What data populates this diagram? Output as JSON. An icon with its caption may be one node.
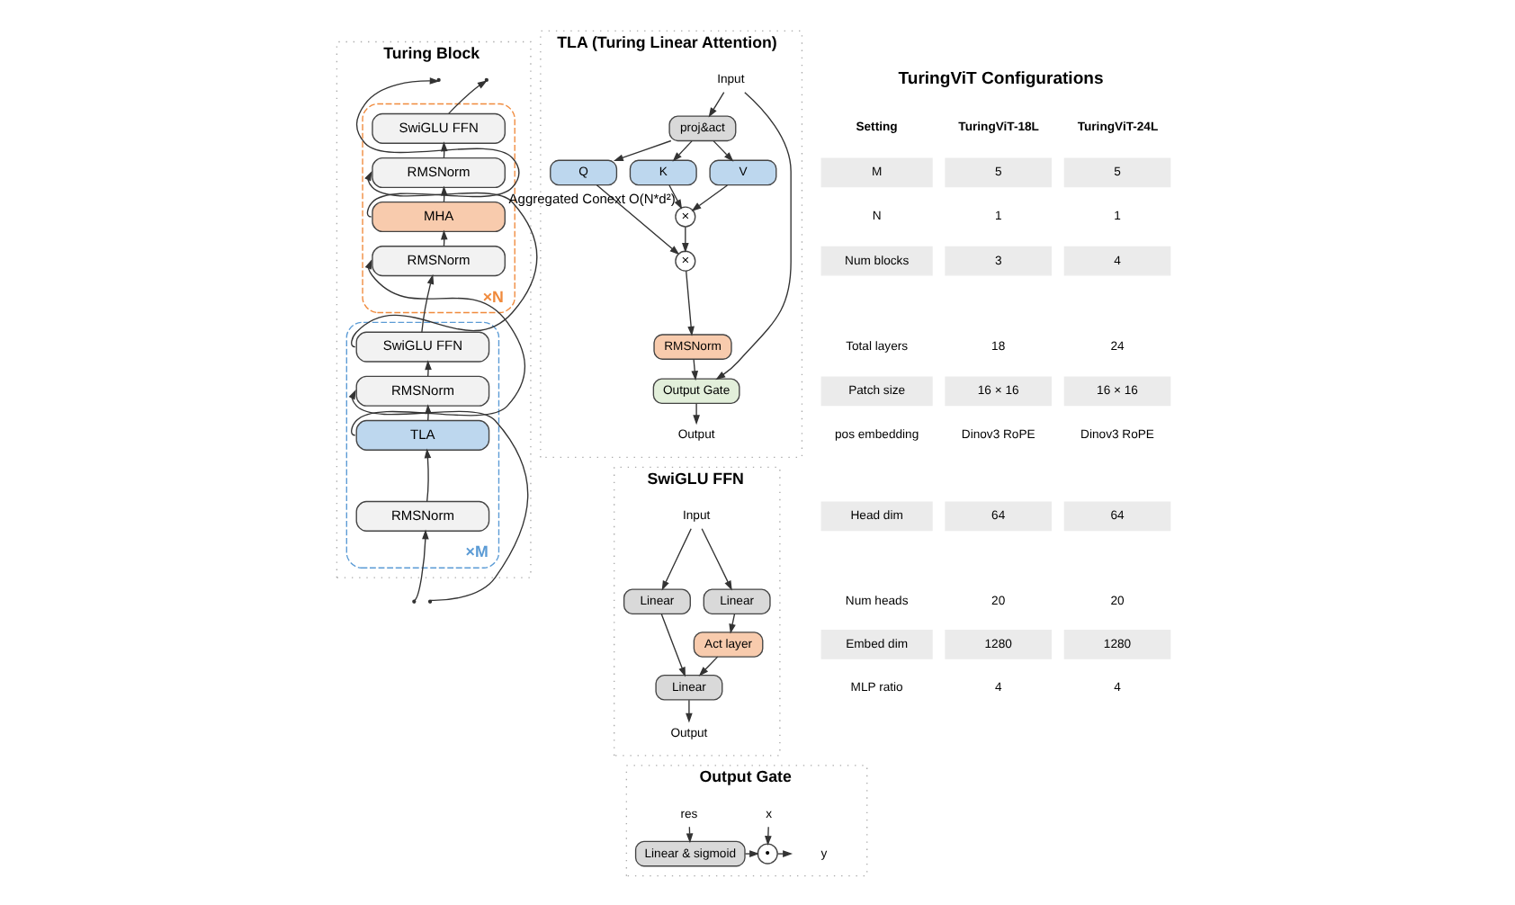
{
  "diagram": {
    "nodes": [
      {
        "text": [
          "Turing Block"
        ]
      },
      {
        "text": [],
        "shape": "box",
        "in": 0,
        "beside": [
          "×N"
        ]
      },
      {
        "text": [
          "SwiGLU FFN"
        ],
        "in": 1
      },
      {
        "text": [
          "RMSNorm"
        ],
        "in": 1
      },
      {
        "text": [
          "MHA"
        ],
        "in": 1
      },
      {
        "text": [
          "RMSNorm"
        ],
        "in": 1
      },
      {
        "text": [],
        "shape": "box",
        "in": 0,
        "beside": [
          "×M"
        ]
      },
      {
        "text": [
          "SwiGLU FFN"
        ],
        "in": 6
      },
      {
        "text": [
          "RMSNorm"
        ],
        "in": 6
      },
      {
        "text": [
          "TLA"
        ],
        "in": 6
      },
      {
        "text": [
          "RMSNorm"
        ],
        "in": 6
      },
      {
        "text": [
          "TLA (Turing Linear Attention)"
        ]
      },
      {
        "text": [
          "Input"
        ],
        "in": 11
      },
      {
        "text": [
          "proj&act"
        ],
        "in": 11
      },
      {
        "text": [
          "Q"
        ],
        "in": 11
      },
      {
        "text": [
          "K"
        ],
        "in": 11
      },
      {
        "text": [
          "V"
        ],
        "in": 11
      },
      {
        "text": [
          "×"
        ],
        "in": 11,
        "beside": [
          "Aggregated Conext O(N*d²)"
        ]
      },
      {
        "text": [
          "×"
        ],
        "in": 11
      },
      {
        "text": [
          "RMSNorm"
        ],
        "in": 11
      },
      {
        "text": [
          "Output Gate"
        ],
        "in": 11
      },
      {
        "text": [
          "Output"
        ],
        "in": 11
      },
      {
        "text": [
          "SwiGLU FFN"
        ]
      },
      {
        "text": [
          "Input"
        ],
        "in": 22
      },
      {
        "text": [
          "Linear"
        ],
        "in": 22
      },
      {
        "text": [
          "Linear"
        ],
        "in": 22
      },
      {
        "text": [
          "Act layer"
        ],
        "in": 22
      },
      {
        "text": [
          "Linear"
        ],
        "in": 22
      },
      {
        "text": [
          "Output"
        ],
        "in": 22
      },
      {
        "text": [
          "Output Gate"
        ]
      },
      {
        "text": [
          "res"
        ],
        "in": 29
      },
      {
        "text": [
          "Linear & sigmoid"
        ],
        "in": 29
      },
      {
        "text": [
          "•"
        ],
        "in": 29
      },
      {
        "text": [
          "x"
        ],
        "in": 29
      },
      {
        "text": [
          "y"
        ],
        "in": 29
      }
    ],
    "edges": [
      {
        "from": null,
        "to": 10,
        "arrow": "to"
      },
      {
        "from": 10,
        "to": 9,
        "arrow": "to"
      },
      {
        "from": 9,
        "to": 8,
        "arrow": "to"
      },
      {
        "from": 8,
        "to": 7,
        "arrow": "to"
      },
      {
        "from": 7,
        "to": 5,
        "arrow": "to"
      },
      {
        "from": 5,
        "to": 4,
        "arrow": "to"
      },
      {
        "from": 4,
        "to": 3,
        "arrow": "to"
      },
      {
        "from": 3,
        "to": 2,
        "arrow": "to"
      },
      {
        "from": 2,
        "to": null,
        "arrow": "to"
      },
      {
        "from": null,
        "to": 8,
        "arrow": "to"
      },
      {
        "from": 9,
        "to": 5,
        "arrow": "to"
      },
      {
        "from": 7,
        "to": 3,
        "arrow": "to"
      },
      {
        "from": 4,
        "to": null,
        "arrow": "to"
      },
      {
        "from": 12,
        "to": 13,
        "arrow": "to"
      },
      {
        "from": 13,
        "to": 14,
        "arrow": "to"
      },
      {
        "from": 13,
        "to": 15,
        "arrow": "to"
      },
      {
        "from": 13,
        "to": 16,
        "arrow": "to"
      },
      {
        "from": 15,
        "to": 17,
        "arrow": "to"
      },
      {
        "from": 16,
        "to": 17,
        "arrow": "to"
      },
      {
        "from": 14,
        "to": 18,
        "arrow": "to"
      },
      {
        "from": 17,
        "to": 18,
        "arrow": "to"
      },
      {
        "from": 18,
        "to": 19,
        "arrow": "to"
      },
      {
        "from": 19,
        "to": 20,
        "arrow": "to"
      },
      {
        "from": 12,
        "to": 20,
        "arrow": "to"
      },
      {
        "from": 20,
        "to": 21,
        "arrow": "to"
      },
      {
        "from": 23,
        "to": 24,
        "arrow": "to"
      },
      {
        "from": 23,
        "to": 25,
        "arrow": "to"
      },
      {
        "from": 25,
        "to": 26,
        "arrow": "to"
      },
      {
        "from": 24,
        "to": 27,
        "arrow": "to"
      },
      {
        "from": 26,
        "to": 27,
        "arrow": "to"
      },
      {
        "from": 27,
        "to": 28,
        "arrow": "to"
      },
      {
        "from": 30,
        "to": 31,
        "arrow": "to"
      },
      {
        "from": 31,
        "to": 32,
        "arrow": "to"
      },
      {
        "from": 33,
        "to": 32,
        "arrow": "to"
      },
      {
        "from": 32,
        "to": 34,
        "arrow": "to"
      }
    ],
    "labels": [
      "TuringViT Configurations",
      "Setting",
      "TuringViT-18L",
      "TuringViT-24L",
      "M",
      "5",
      "5",
      "N",
      "1",
      "1",
      "Num blocks",
      "3",
      "4",
      "Total layers",
      "18",
      "24",
      "Patch size",
      "16 × 16",
      "16 × 16",
      "pos embedding",
      "Dinov3 RoPE",
      "Dinov3 RoPE",
      "Head dim",
      "64",
      "64",
      "Num heads",
      "20",
      "20",
      "Embed dim",
      "1280",
      "1280",
      "MLP ratio",
      "4",
      "4"
    ]
  }
}
